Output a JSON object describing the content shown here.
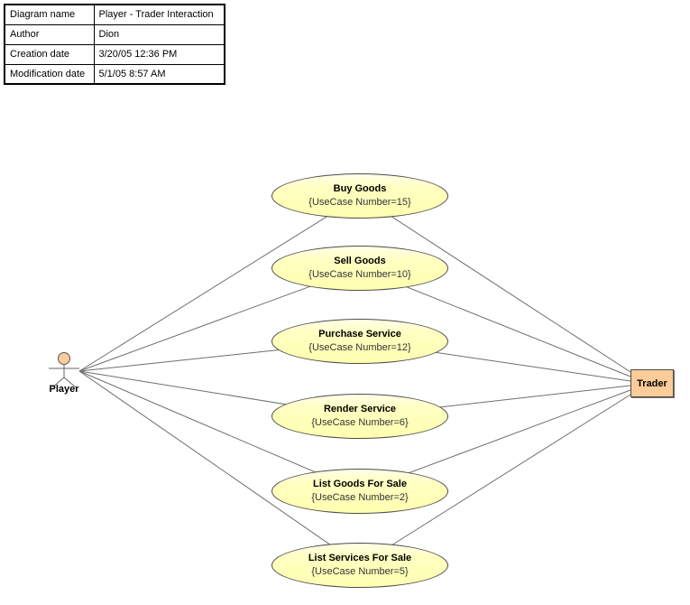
{
  "info_table": {
    "rows": [
      {
        "label": "Diagram name",
        "value": "Player - Trader Interaction"
      },
      {
        "label": "Author",
        "value": "Dion"
      },
      {
        "label": "Creation date",
        "value": "3/20/05 12:36 PM"
      },
      {
        "label": "Modification date",
        "value": "5/1/05 8:57 AM"
      }
    ]
  },
  "actors": {
    "player": {
      "label": "Player"
    },
    "trader": {
      "label": "Trader"
    }
  },
  "usecases": [
    {
      "name": "Buy Goods",
      "constraint": "{UseCase Number=15}"
    },
    {
      "name": "Sell Goods",
      "constraint": "{UseCase Number=10}"
    },
    {
      "name": "Purchase Service",
      "constraint": "{UseCase Number=12}"
    },
    {
      "name": "Render Service",
      "constraint": "{UseCase Number=6}"
    },
    {
      "name": "List Goods For Sale",
      "constraint": "{UseCase Number=2}"
    },
    {
      "name": "List Services For Sale",
      "constraint": "{UseCase Number=5}"
    }
  ],
  "colors": {
    "usecase_fill": "#ffffc2",
    "usecase_border": "#4d4d4d",
    "actor_fill": "#fbcc99",
    "association_line": "#6e6e6e",
    "table_border": "#000000"
  }
}
